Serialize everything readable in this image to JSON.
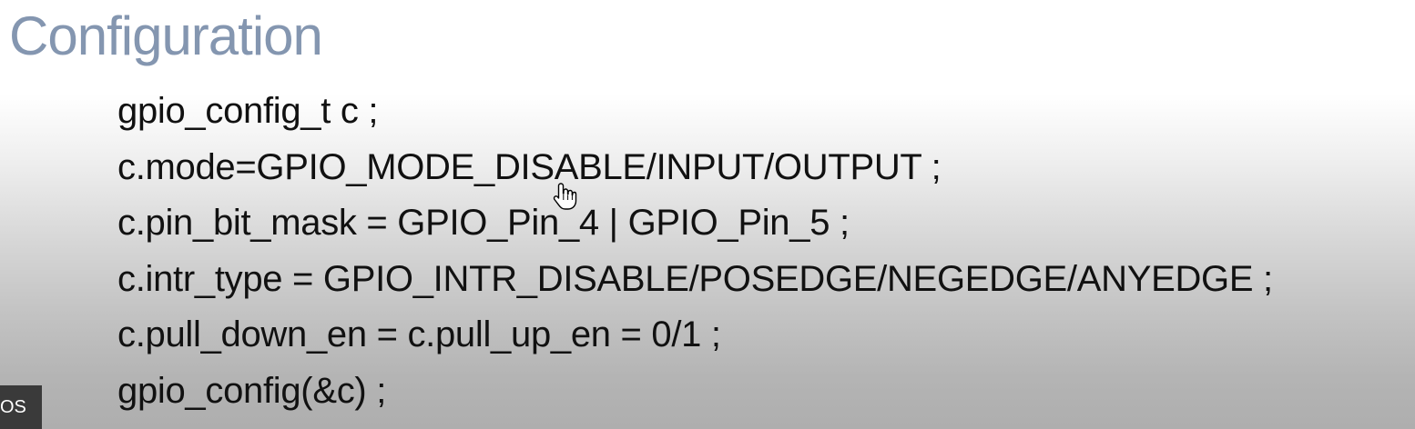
{
  "slide": {
    "title": "Configuration",
    "code_lines": [
      "gpio_config_t c ;",
      "c.mode=GPIO_MODE_DISABLE/INPUT/OUTPUT ;",
      "c.pin_bit_mask = GPIO_Pin_4 | GPIO_Pin_5 ;",
      "c.intr_type = GPIO_INTR_DISABLE/POSEDGE/NEGEDGE/ANYEDGE ;",
      "c.pull_down_en = c.pull_up_en = 0/1 ;",
      "gpio_config(&c) ;"
    ]
  },
  "overlay": {
    "corner_label": "OS",
    "cursor_icon": "hand-pointer-icon"
  },
  "colors": {
    "title": "#8496b0",
    "code_text": "#111111",
    "chip_bg": "#3a3a3a"
  }
}
